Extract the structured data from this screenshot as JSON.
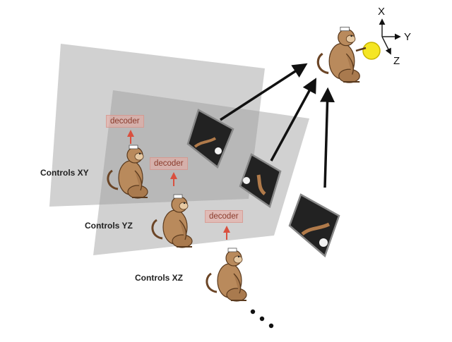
{
  "control_labels": {
    "xy": "Controls XY",
    "yz": "Controls YZ",
    "xz": "Controls XZ"
  },
  "decoder_labels": {
    "one": "decoder",
    "two": "decoder",
    "three": "decoder"
  },
  "axes": {
    "x": "X",
    "y": "Y",
    "z": "Z"
  },
  "colors": {
    "plane": "#9a9a9a",
    "monkey": "#b98a5c",
    "monkey_dark": "#6b4526",
    "decoder_arrow": "#d9503f",
    "target": "#f5e623",
    "screen": "#222222"
  },
  "icons": {
    "monkey": "monkey-icon",
    "screen": "screen-icon",
    "target": "target-ball-icon",
    "ellipsis": "ellipsis-icon"
  }
}
